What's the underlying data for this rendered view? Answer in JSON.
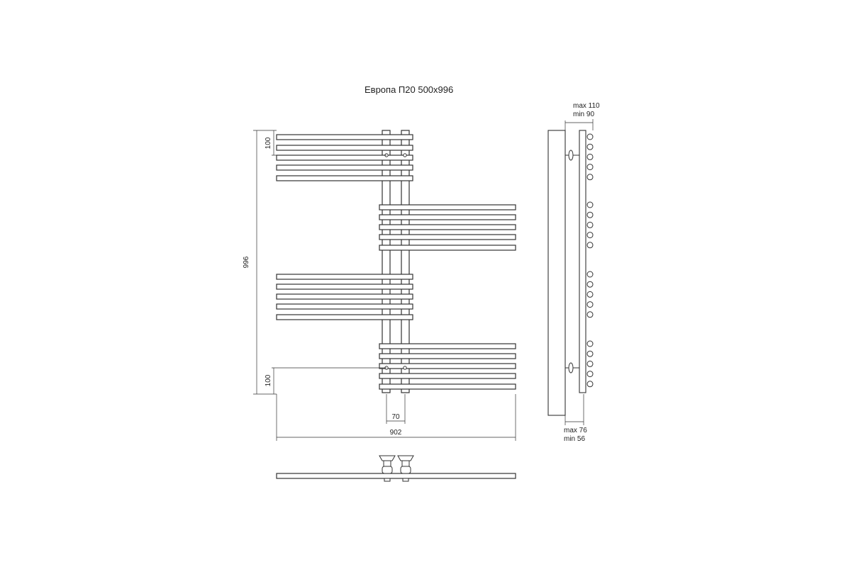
{
  "title": "Европа П20  500х996",
  "front_view": {
    "dim_height_total": "996",
    "dim_top_spacing": "100",
    "dim_bottom_spacing": "100",
    "dim_post_spacing": "70",
    "dim_width_total": "902"
  },
  "side_view": {
    "dim_top": [
      "max 110",
      "min 90"
    ],
    "dim_bottom": [
      "max 76",
      "min 56"
    ]
  },
  "colors": {
    "line": "#333333",
    "background": "#ffffff"
  }
}
